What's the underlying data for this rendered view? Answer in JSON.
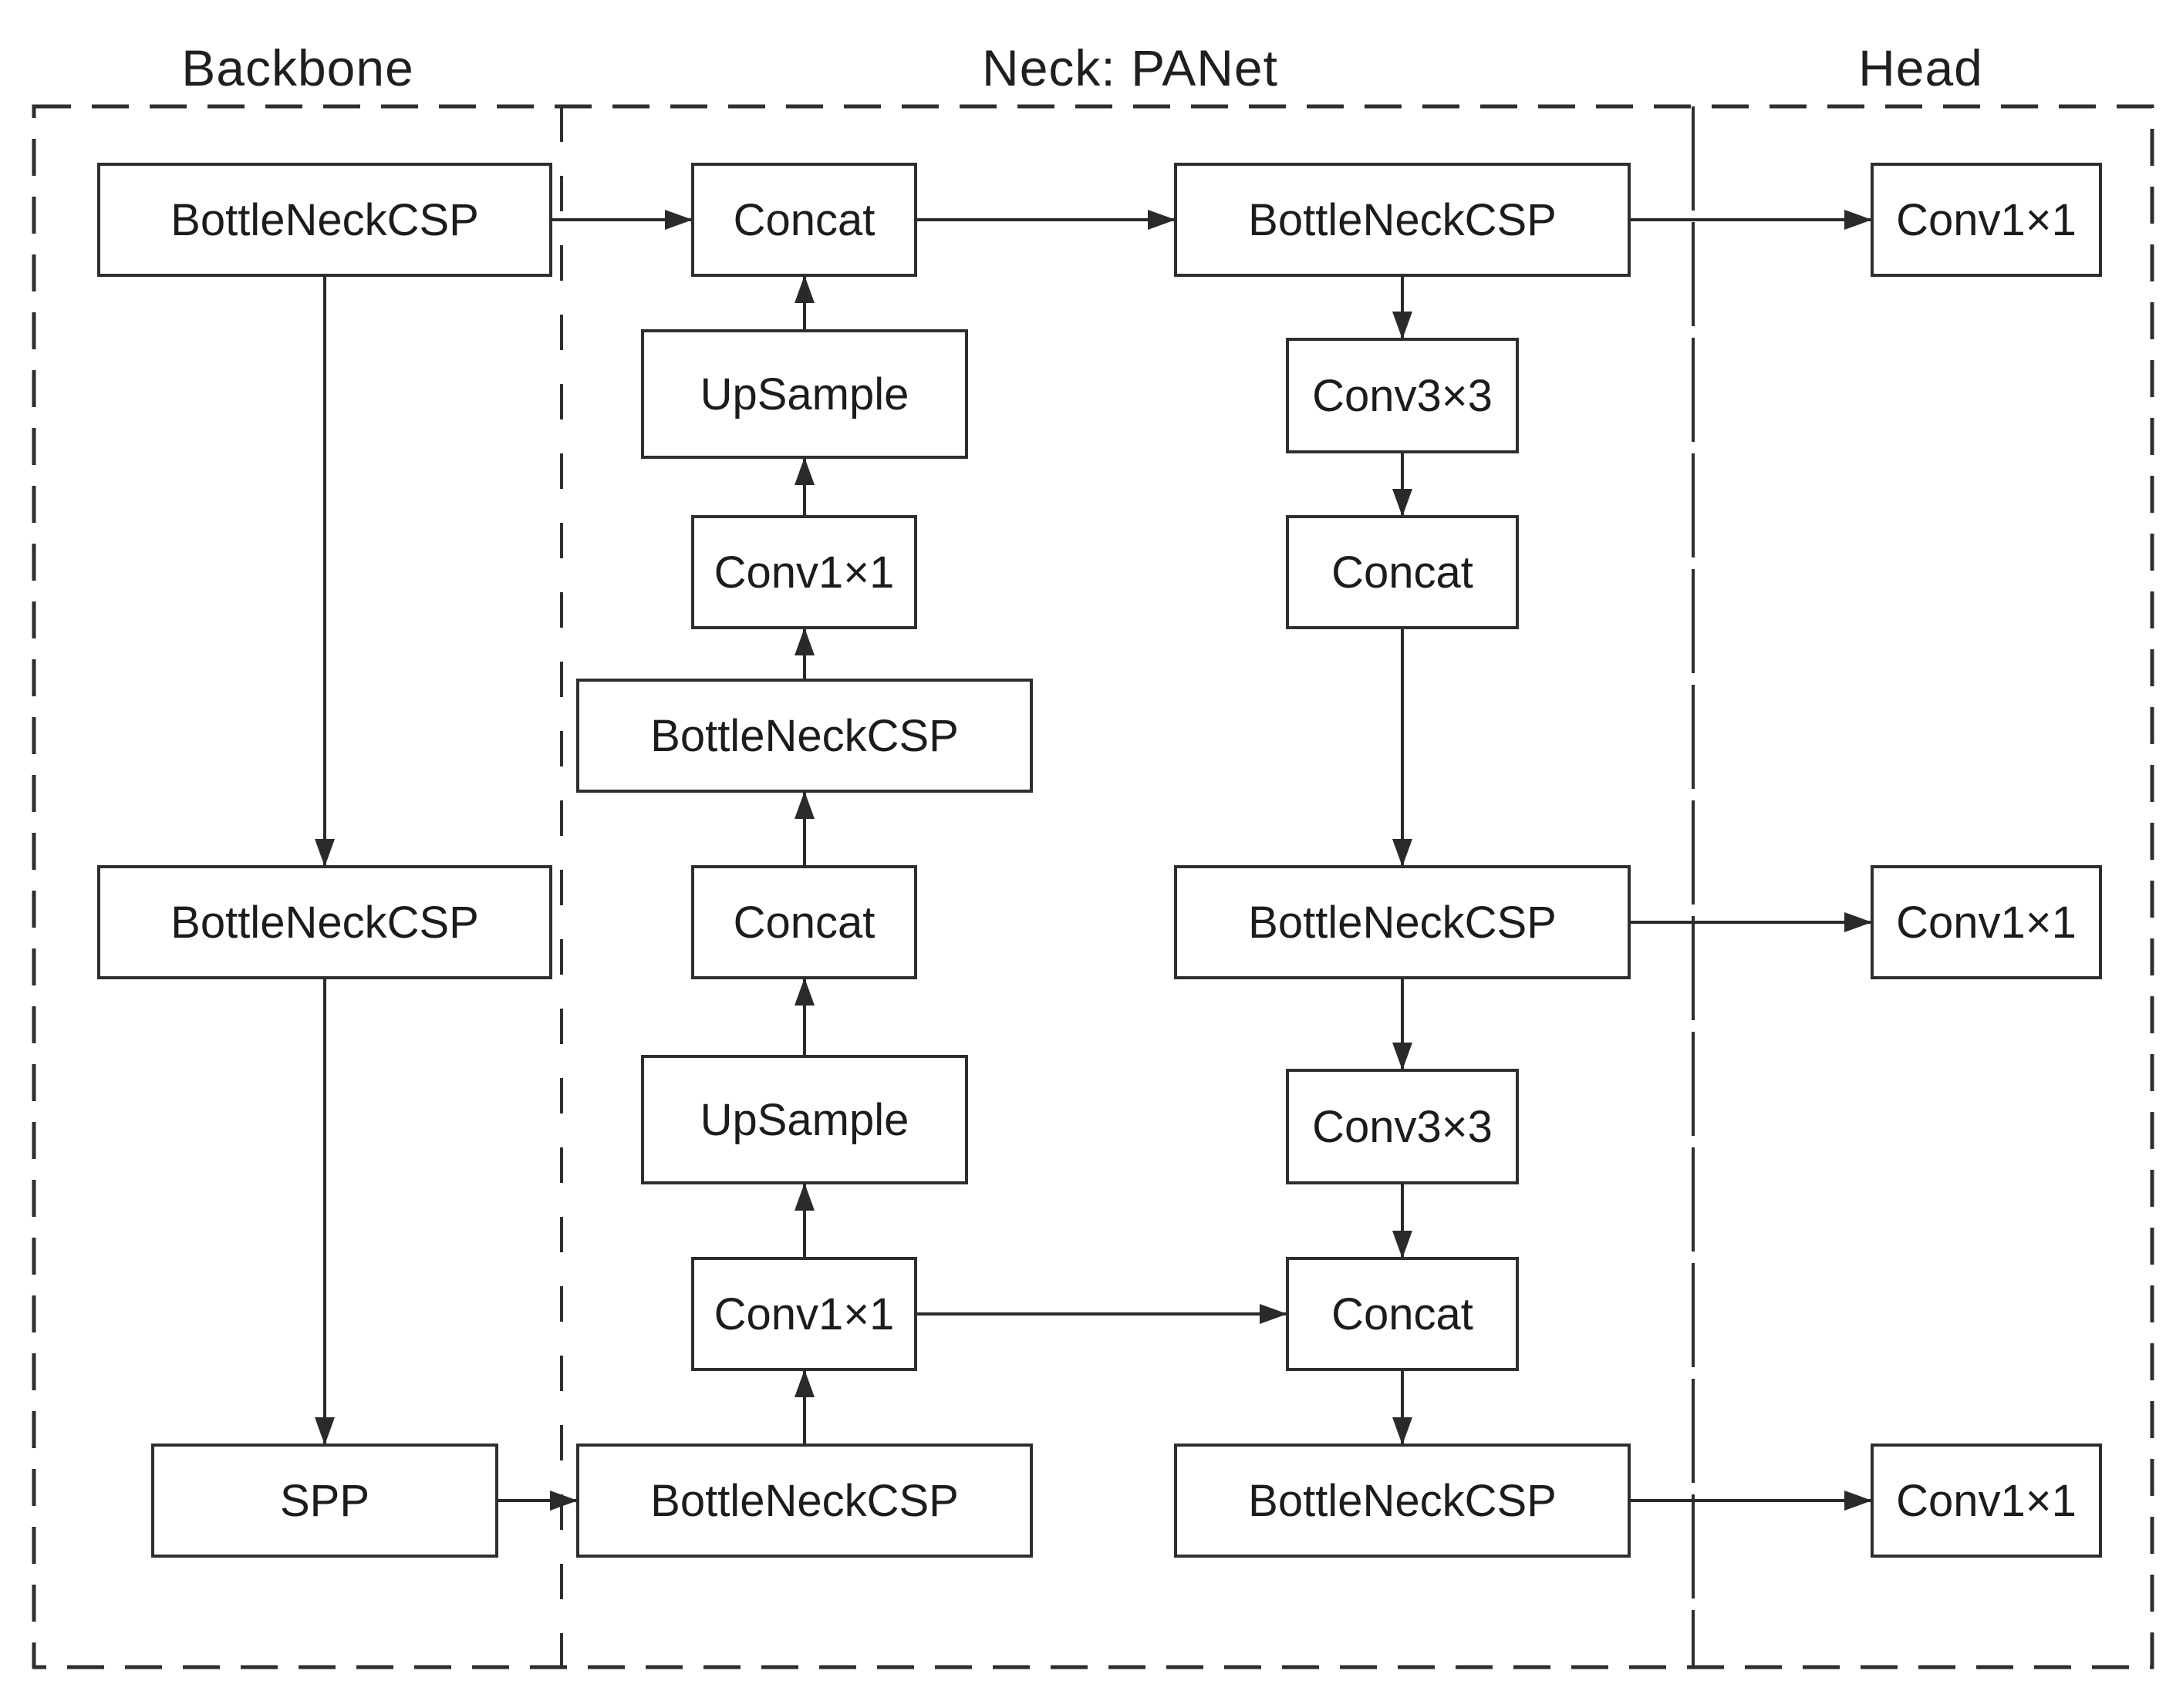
{
  "diagram": {
    "type": "architecture-flow-diagram",
    "sections": [
      {
        "id": "backbone",
        "title": "Backbone"
      },
      {
        "id": "neck",
        "title": "Neck: PANet"
      },
      {
        "id": "head",
        "title": "Head"
      }
    ],
    "nodes": {
      "backbone_csp_top": {
        "label": "BottleNeckCSP",
        "section": "backbone"
      },
      "backbone_csp_mid": {
        "label": "BottleNeckCSP",
        "section": "backbone"
      },
      "backbone_spp": {
        "label": "SPP",
        "section": "backbone"
      },
      "neck_concat_top": {
        "label": "Concat",
        "section": "neck"
      },
      "neck_upsample_top": {
        "label": "UpSample",
        "section": "neck"
      },
      "neck_conv1x1_upper": {
        "label": "Conv1×1",
        "section": "neck"
      },
      "neck_csp_upper": {
        "label": "BottleNeckCSP",
        "section": "neck"
      },
      "neck_concat_mid": {
        "label": "Concat",
        "section": "neck"
      },
      "neck_upsample_bottom": {
        "label": "UpSample",
        "section": "neck"
      },
      "neck_conv1x1_lower": {
        "label": "Conv1×1",
        "section": "neck"
      },
      "neck_csp_bottom_left": {
        "label": "BottleNeckCSP",
        "section": "neck"
      },
      "neck_csp_right_top": {
        "label": "BottleNeckCSP",
        "section": "neck"
      },
      "neck_conv3x3_top": {
        "label": "Conv3×3",
        "section": "neck"
      },
      "neck_concat_right_top": {
        "label": "Concat",
        "section": "neck"
      },
      "neck_csp_right_mid": {
        "label": "BottleNeckCSP",
        "section": "neck"
      },
      "neck_conv3x3_bottom": {
        "label": "Conv3×3",
        "section": "neck"
      },
      "neck_concat_right_bottom": {
        "label": "Concat",
        "section": "neck"
      },
      "neck_csp_right_bottom": {
        "label": "BottleNeckCSP",
        "section": "neck"
      },
      "head_conv1x1_top": {
        "label": "Conv1×1",
        "section": "head"
      },
      "head_conv1x1_mid": {
        "label": "Conv1×1",
        "section": "head"
      },
      "head_conv1x1_bottom": {
        "label": "Conv1×1",
        "section": "head"
      }
    },
    "edges": [
      {
        "from": "backbone_csp_top",
        "to": "backbone_csp_mid"
      },
      {
        "from": "backbone_csp_mid",
        "to": "backbone_spp"
      },
      {
        "from": "backbone_csp_top",
        "to": "neck_concat_top"
      },
      {
        "from": "backbone_spp",
        "to": "neck_csp_bottom_left"
      },
      {
        "from": "neck_csp_bottom_left",
        "to": "neck_conv1x1_lower"
      },
      {
        "from": "neck_conv1x1_lower",
        "to": "neck_upsample_bottom"
      },
      {
        "from": "neck_upsample_bottom",
        "to": "neck_concat_mid"
      },
      {
        "from": "neck_concat_mid",
        "to": "neck_csp_upper"
      },
      {
        "from": "neck_csp_upper",
        "to": "neck_conv1x1_upper"
      },
      {
        "from": "neck_conv1x1_upper",
        "to": "neck_upsample_top"
      },
      {
        "from": "neck_upsample_top",
        "to": "neck_concat_top"
      },
      {
        "from": "neck_concat_top",
        "to": "neck_csp_right_top"
      },
      {
        "from": "neck_csp_right_top",
        "to": "neck_conv3x3_top"
      },
      {
        "from": "neck_conv3x3_top",
        "to": "neck_concat_right_top"
      },
      {
        "from": "neck_concat_right_top",
        "to": "neck_csp_right_mid"
      },
      {
        "from": "neck_csp_right_mid",
        "to": "neck_conv3x3_bottom"
      },
      {
        "from": "neck_conv3x3_bottom",
        "to": "neck_concat_right_bottom"
      },
      {
        "from": "neck_conv1x1_lower",
        "to": "neck_concat_right_bottom"
      },
      {
        "from": "neck_concat_right_bottom",
        "to": "neck_csp_right_bottom"
      },
      {
        "from": "neck_csp_right_top",
        "to": "head_conv1x1_top"
      },
      {
        "from": "neck_csp_right_mid",
        "to": "head_conv1x1_mid"
      },
      {
        "from": "neck_csp_right_bottom",
        "to": "head_conv1x1_bottom"
      }
    ]
  }
}
